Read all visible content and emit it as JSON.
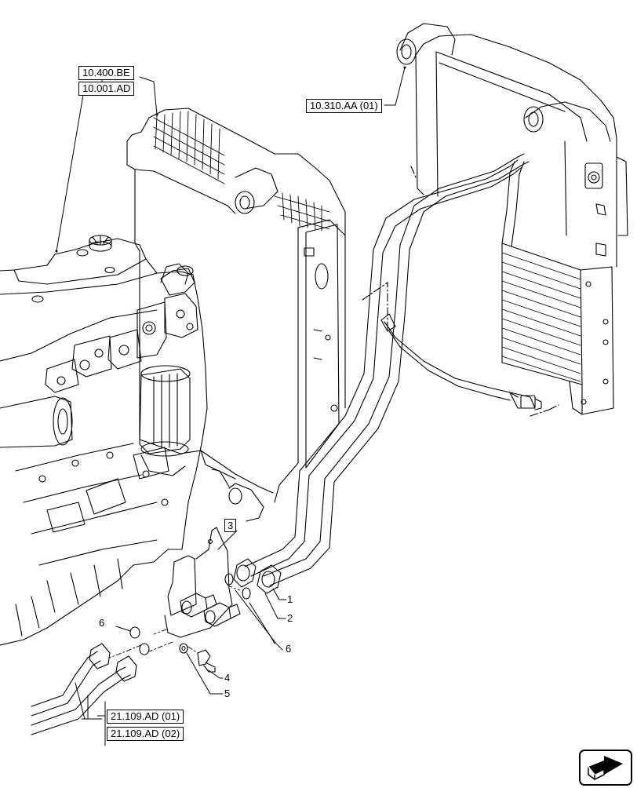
{
  "references": {
    "be": "10.400.BE",
    "ad": "10.001.AD",
    "aa": "10.310.AA (01)",
    "p01": "21.109.AD (01)",
    "p02": "21.109.AD (02)"
  },
  "callouts": {
    "c1": "1",
    "c2": "2",
    "c3": "3",
    "c4": "4",
    "c5": "5",
    "c6a": "6",
    "c6b": "6"
  },
  "icons": {
    "navigation": "next-page-arrow-icon"
  }
}
